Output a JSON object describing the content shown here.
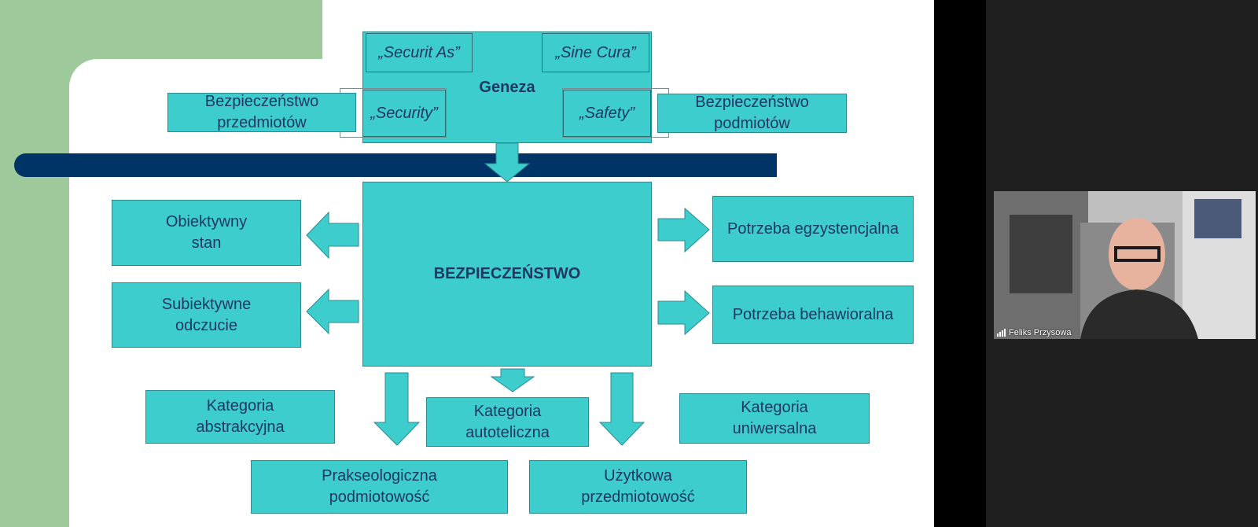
{
  "slide": {
    "genesis": {
      "title": "Geneza",
      "securit_as": "„Securit As”",
      "sine_cura": "„Sine Cura”",
      "security": "„Security”",
      "safety": "„Safety”"
    },
    "bezp_przedmiotow": [
      "Bezpieczeństwo",
      "przedmiotów"
    ],
    "bezp_podmiotow": [
      "Bezpieczeństwo",
      "podmiotów"
    ],
    "center": "BEZPIECZEŃSTWO",
    "obiektywny": [
      "Obiektywny",
      "stan"
    ],
    "subiektywne": [
      "Subiektywne",
      "odczucie"
    ],
    "potrzeba_egz": "Potrzeba egzystencjalna",
    "potrzeba_beh": "Potrzeba behawioralna",
    "kat_abstr": [
      "Kategoria",
      "abstrakcyjna"
    ],
    "kat_autotel": [
      "Kategoria",
      "autoteliczna"
    ],
    "kat_uniw": [
      "Kategoria",
      "uniwersalna"
    ],
    "prakseo": [
      "Prakseologiczna",
      "podmiotowość"
    ],
    "uzytkowa": [
      "Użytkowa",
      "przedmiotowość"
    ]
  },
  "video": {
    "participant_name": "Feliks Przysowa"
  },
  "colors": {
    "box_fill": "#3ecdcd",
    "text": "#1f3864",
    "band": "#003366",
    "green": "#9ec99a"
  }
}
